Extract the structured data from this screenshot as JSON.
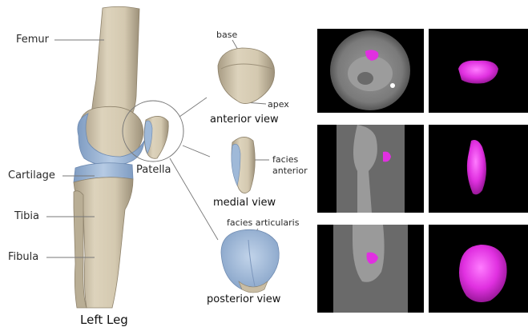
{
  "labels": {
    "femur": "Femur",
    "cartilage": "Cartilage",
    "tibia": "Tibia",
    "fibula": "Fibula",
    "patella": "Patella",
    "left_leg": "Left Leg",
    "base": "base",
    "apex": "apex",
    "anterior_view": "anterior view",
    "facies_anterior_1": "facies",
    "facies_anterior_2": "anterior",
    "medial_view": "medial view",
    "facies_articularis": "facies articularis",
    "posterior_view": "posterior view"
  },
  "colors": {
    "bone": "#d9ceb6",
    "bone_shadow": "#a89c84",
    "cartilage": "#9fb9d8",
    "ct_gray": "#8a8a8a",
    "segmentation": "#e030e0"
  },
  "ct_panels": [
    {
      "row": "axial",
      "scan": "ct-slice",
      "render": "3d-segmentation"
    },
    {
      "row": "sagittal",
      "scan": "ct-slice",
      "render": "3d-segmentation"
    },
    {
      "row": "coronal",
      "scan": "ct-slice",
      "render": "3d-segmentation"
    }
  ]
}
